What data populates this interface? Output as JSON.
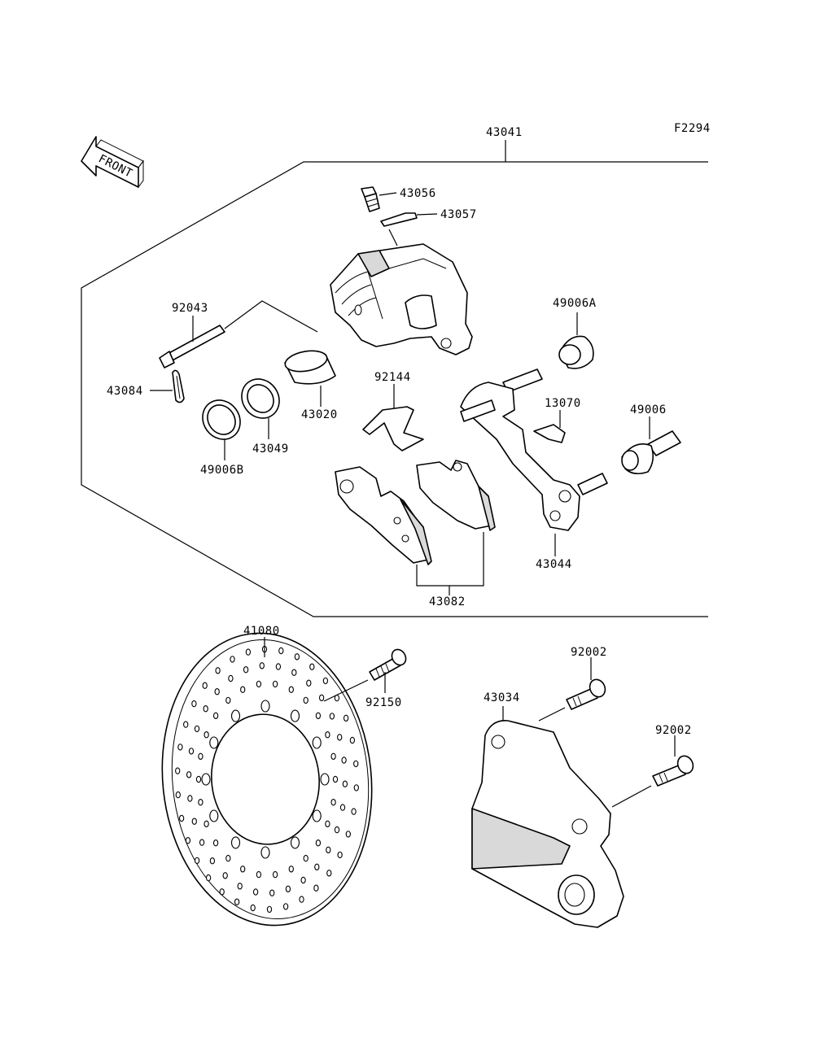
{
  "figure_code": "F2294",
  "front_arrow_text": "FRONT",
  "labels": {
    "assembly": "43041",
    "bleeder_valve": "43056",
    "bleeder_cap": "43057",
    "pin": "92043",
    "cotter_pin": "43084",
    "piston": "43020",
    "seal_inner": "43049",
    "seal_outer": "49006B",
    "spring": "92144",
    "boot_a": "49006A",
    "clip": "13070",
    "boot": "49006",
    "holder": "43044",
    "pads": "43082",
    "disc": "41080",
    "disc_bolt": "92150",
    "bracket": "43034",
    "bolt_upper": "92002",
    "bolt_lower": "92002"
  }
}
